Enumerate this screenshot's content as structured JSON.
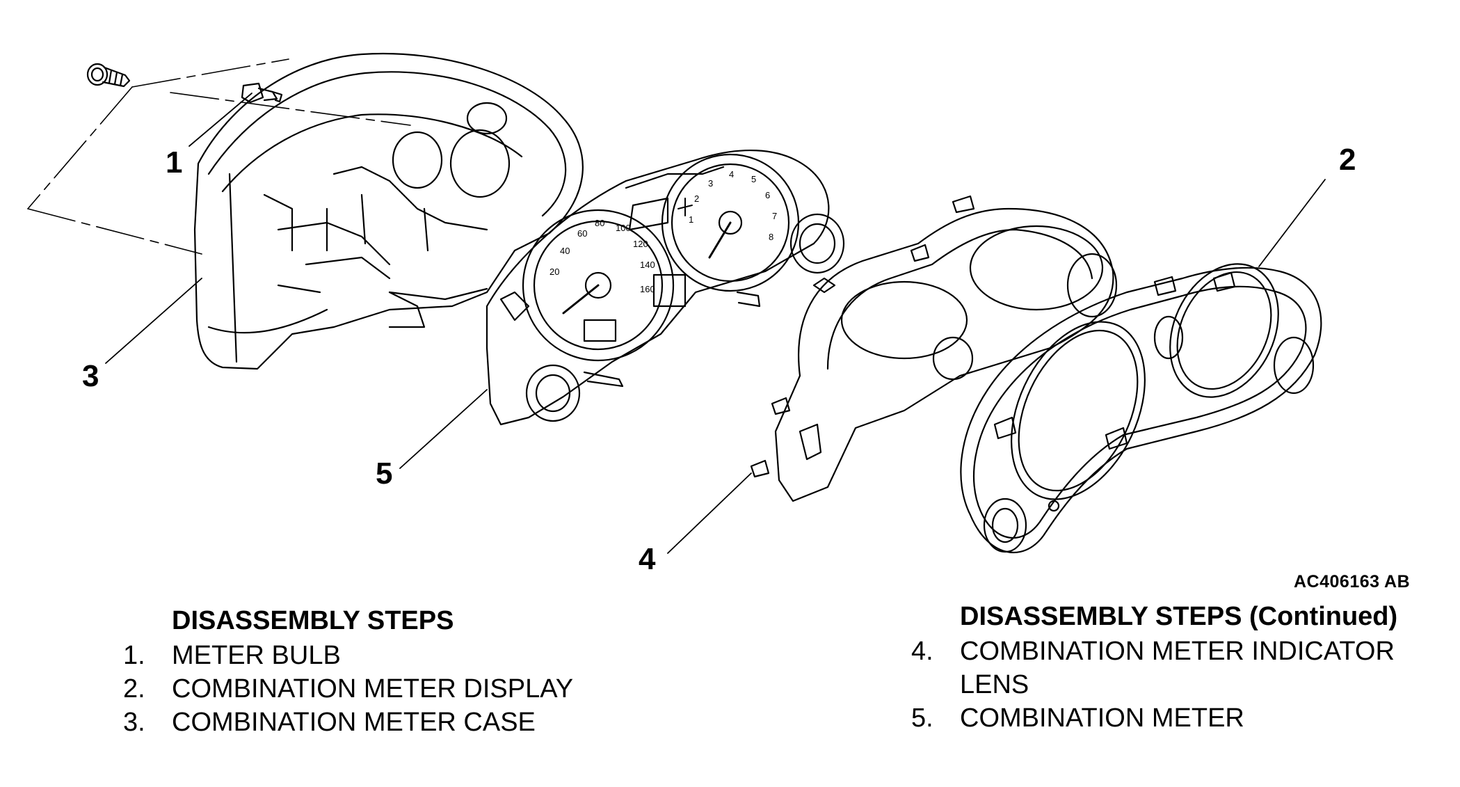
{
  "figure_id": "AC406163 AB",
  "callouts": [
    "1",
    "2",
    "3",
    "4",
    "5"
  ],
  "steps_left": {
    "heading": "DISASSEMBLY STEPS",
    "items": [
      {
        "num": "1.",
        "text": "METER BULB"
      },
      {
        "num": "2.",
        "text": "COMBINATION METER DISPLAY"
      },
      {
        "num": "3.",
        "text": "COMBINATION METER CASE"
      }
    ]
  },
  "steps_right": {
    "heading": "DISASSEMBLY STEPS (Continued)",
    "items": [
      {
        "num": "4.",
        "text": "COMBINATION METER INDICATOR LENS"
      },
      {
        "num": "5.",
        "text": "COMBINATION METER"
      }
    ]
  },
  "gauge_marks": {
    "speedo": [
      "20",
      "40",
      "60",
      "80",
      "100",
      "120",
      "140",
      "160"
    ],
    "tacho": [
      "1",
      "2",
      "3",
      "4",
      "5",
      "6",
      "7",
      "8"
    ]
  }
}
